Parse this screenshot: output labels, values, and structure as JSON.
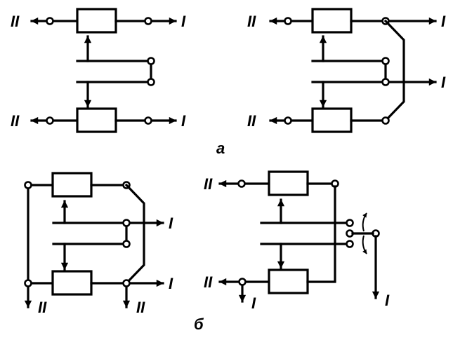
{
  "labels": {
    "port_one": "I",
    "port_two": "II",
    "caption_a": "а",
    "caption_b": "б"
  }
}
